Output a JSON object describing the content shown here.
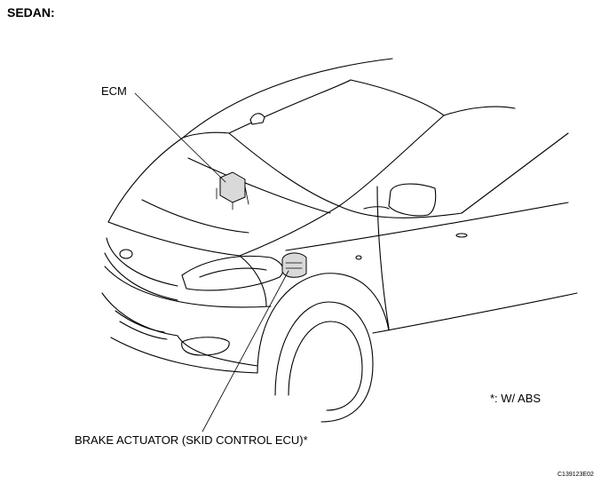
{
  "title": "SEDAN:",
  "labels": {
    "ecm": "ECM",
    "brake_actuator": "BRAKE ACTUATOR (SKID CONTROL ECU)*",
    "note": "*: W/ ABS",
    "figure_code": "C139123E02"
  }
}
